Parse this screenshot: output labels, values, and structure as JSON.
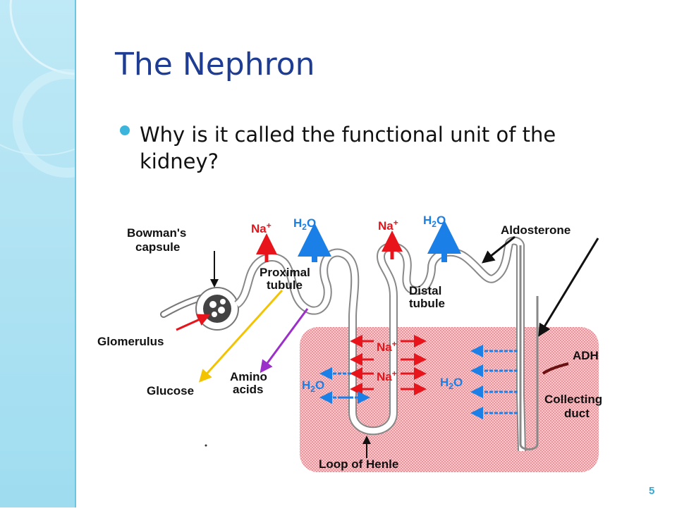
{
  "slide": {
    "title": "The Nephron",
    "bullets": [
      "Why is it called the functional unit of the kidney?"
    ],
    "page_number": "5"
  },
  "diagram": {
    "labels": {
      "bowmans_capsule_line1": "Bowman's",
      "bowmans_capsule_line2": "capsule",
      "glomerulus": "Glomerulus",
      "proximal_tubule_line1": "Proximal",
      "proximal_tubule_line2": "tubule",
      "distal_tubule_line1": "Distal",
      "distal_tubule_line2": "tubule",
      "aldosterone": "Aldosterone",
      "adh": "ADH",
      "collecting_duct_line1": "Collecting",
      "collecting_duct_line2": "duct",
      "loop_of_henle": "Loop of Henle",
      "glucose": "Glucose",
      "amino_acids_line1": "Amino",
      "amino_acids_line2": "acids",
      "na": "Na",
      "na_sup": "+",
      "h2o_h": "H",
      "h2o_2": "2",
      "h2o_o": "O"
    },
    "colors": {
      "na": "#e8141b",
      "water": "#1a7fe6",
      "glucose": "#f3c300",
      "amino": "#9b2fc9",
      "medulla": "#f4b3b8",
      "outline": "#888888"
    }
  }
}
